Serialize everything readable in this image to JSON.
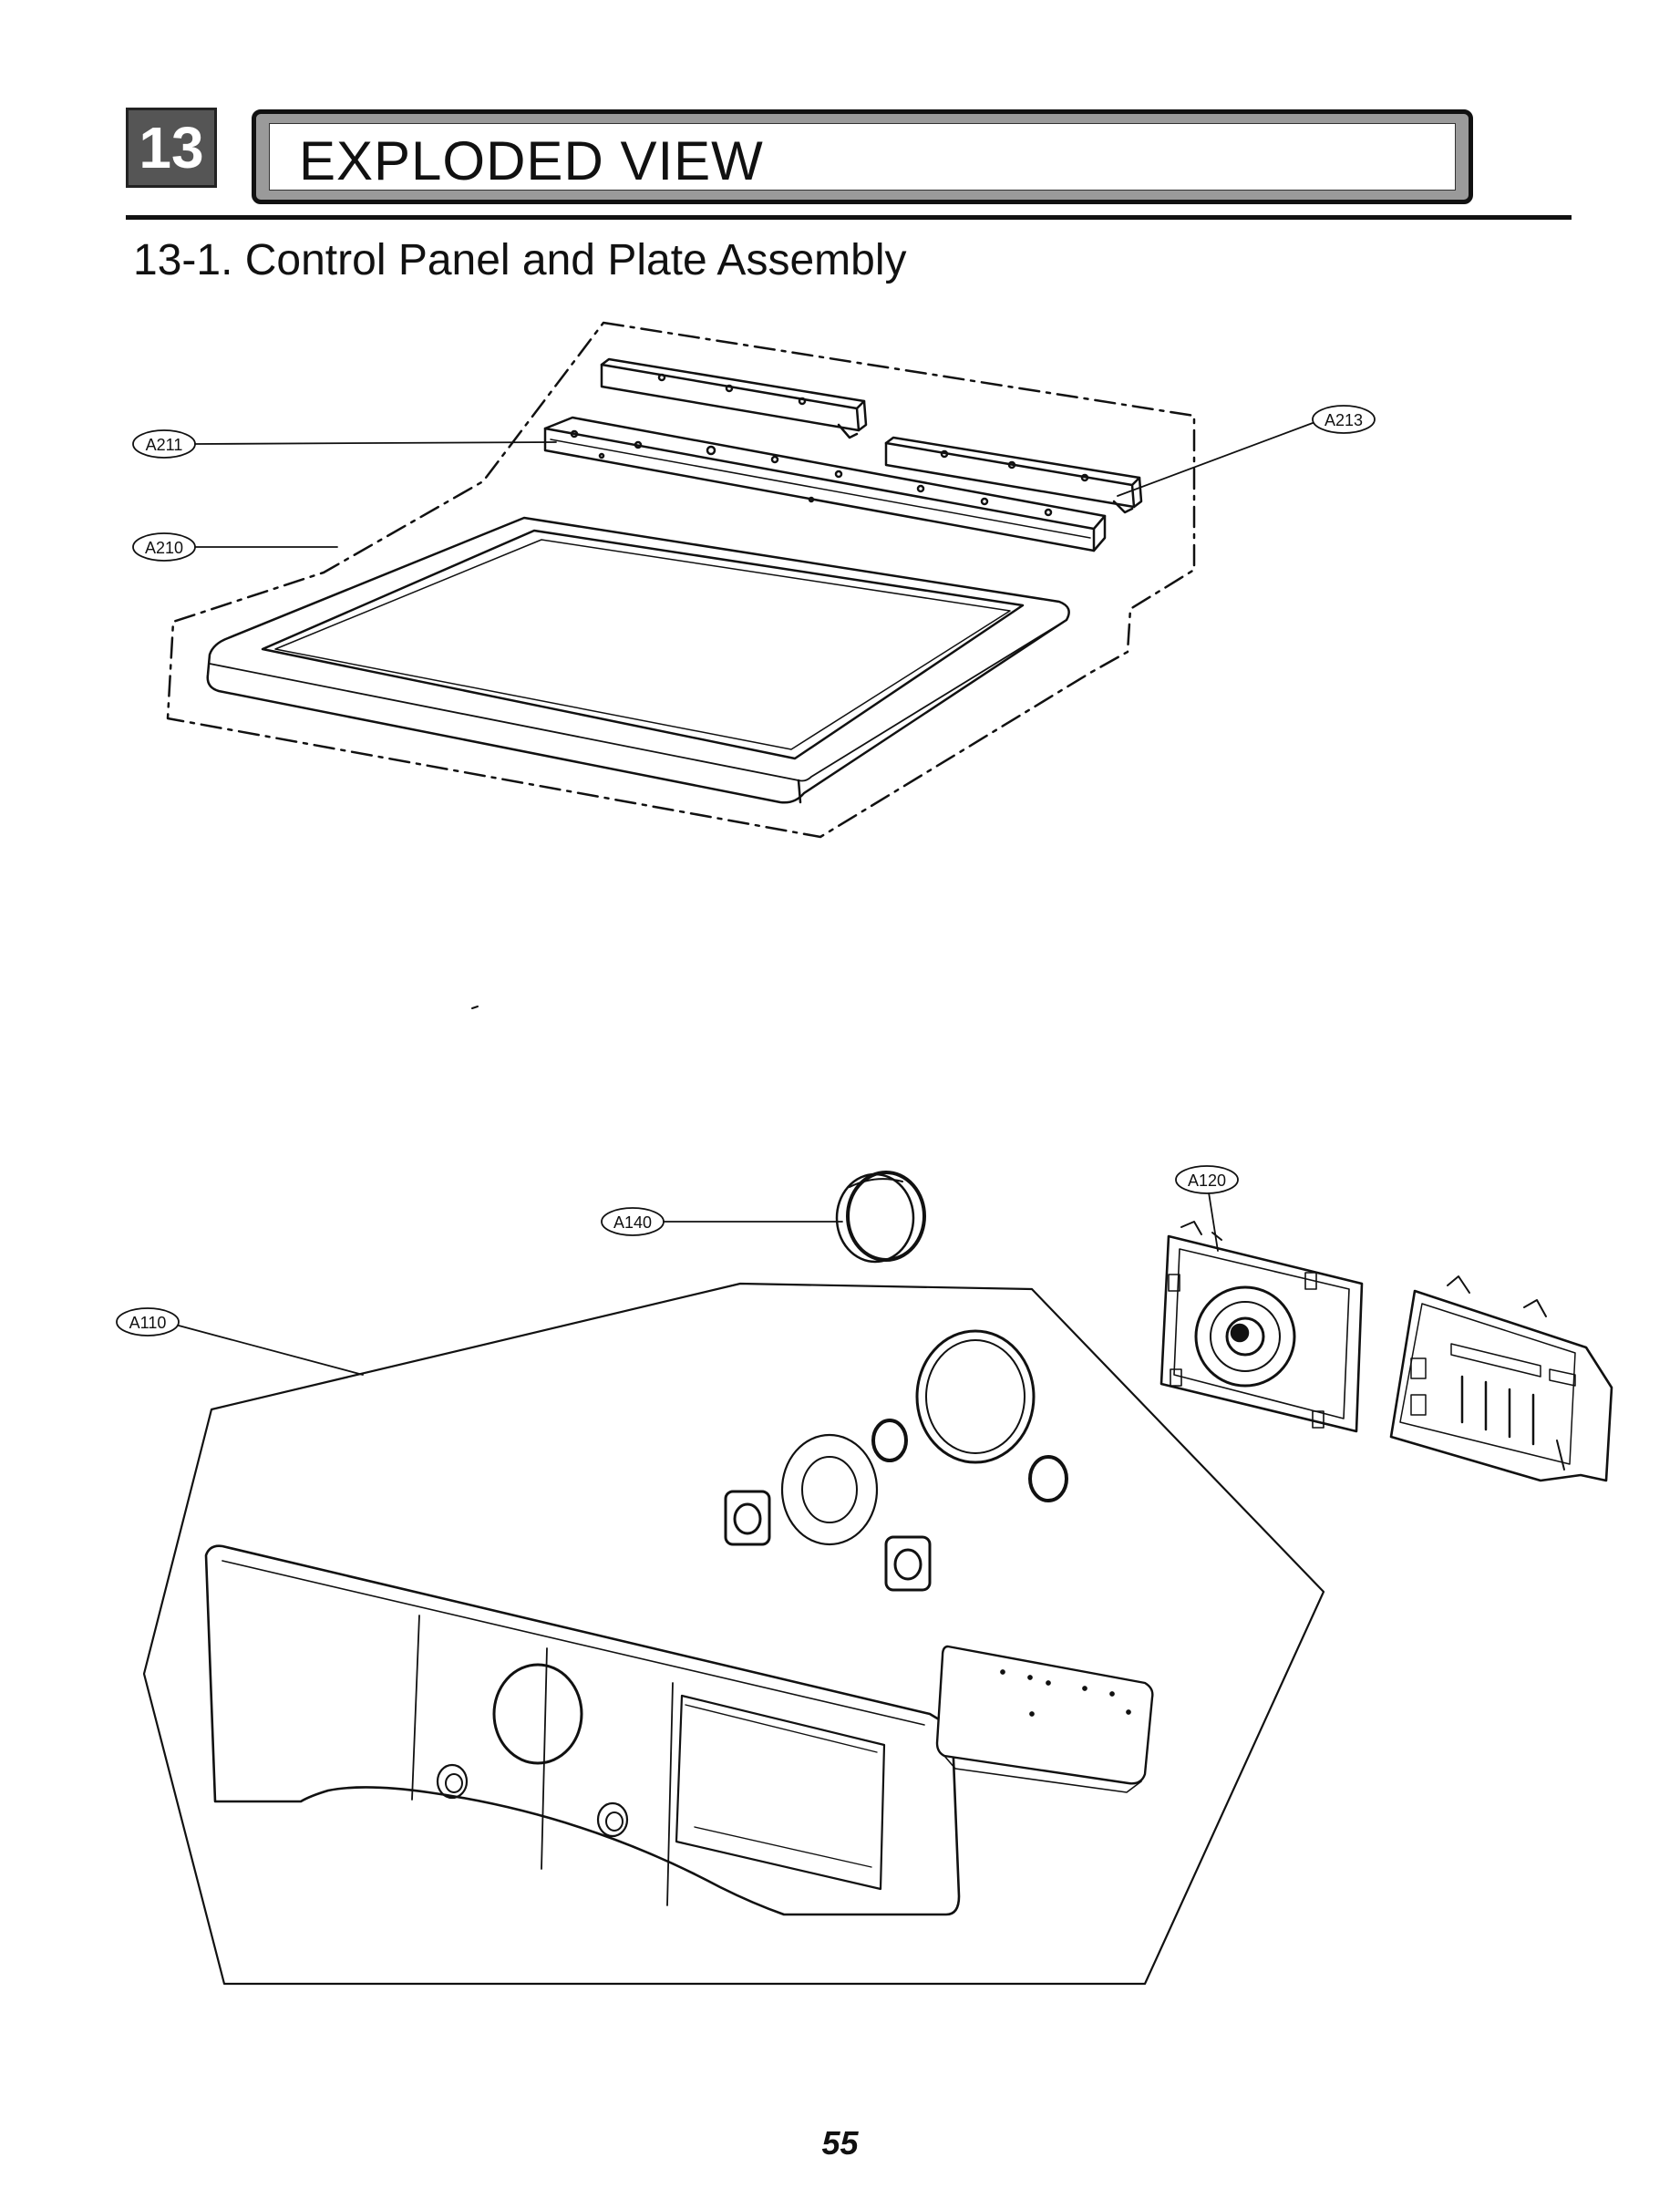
{
  "header": {
    "section_number": "13",
    "section_title": "EXPLODED VIEW",
    "subsection_title": "13-1. Control Panel and Plate Assembly"
  },
  "callouts": {
    "a211": "A211",
    "a210": "A210",
    "a213": "A213",
    "a140": "A140",
    "a120": "A120",
    "a110": "A110"
  },
  "page_number": "55"
}
